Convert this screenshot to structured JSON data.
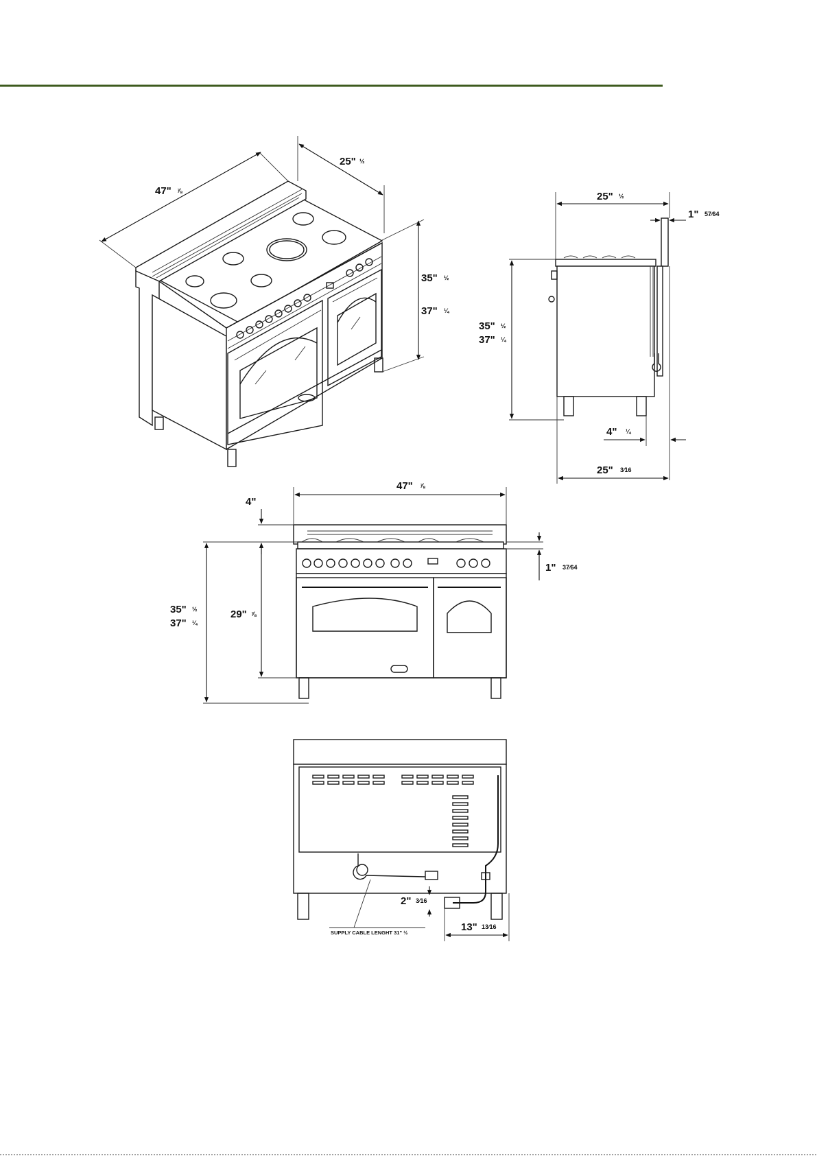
{
  "colors": {
    "rule": "#3d5a1e",
    "ink": "#111111"
  },
  "dimensions": {
    "iso_width": {
      "whole": "47\"",
      "frac": "⅞"
    },
    "iso_depth": {
      "whole": "25\"",
      "frac": "½"
    },
    "iso_height_min": {
      "whole": "35\"",
      "frac": "½"
    },
    "iso_height_max": {
      "whole": "37\"",
      "frac": "¼"
    },
    "side_top_depth": {
      "whole": "25\"",
      "frac": "½"
    },
    "side_backguard": {
      "whole": "1\"",
      "frac": "57⁄64"
    },
    "side_height_min": {
      "whole": "35\"",
      "frac": "½"
    },
    "side_height_max": {
      "whole": "37\"",
      "frac": "¼"
    },
    "side_foot_offset": {
      "whole": "4\"",
      "frac": "¼"
    },
    "side_bottom_depth": {
      "whole": "25\"",
      "frac": "3⁄16"
    },
    "front_width": {
      "whole": "47\"",
      "frac": "⅞"
    },
    "front_backguard_height": {
      "whole": "4\"",
      "frac": ""
    },
    "front_worktop_height": {
      "whole": "29\"",
      "frac": "⅞"
    },
    "front_height_min": {
      "whole": "35\"",
      "frac": "½"
    },
    "front_height_max": {
      "whole": "37\"",
      "frac": "¼"
    },
    "front_top_gap": {
      "whole": "1\"",
      "frac": "37⁄64"
    },
    "rear_gas_height": {
      "whole": "2\"",
      "frac": "3⁄16"
    },
    "rear_gas_offset": {
      "whole": "13\"",
      "frac": "13⁄16"
    }
  },
  "rear_note": "SUPPLY CABLE LENGHT 31\" ½"
}
